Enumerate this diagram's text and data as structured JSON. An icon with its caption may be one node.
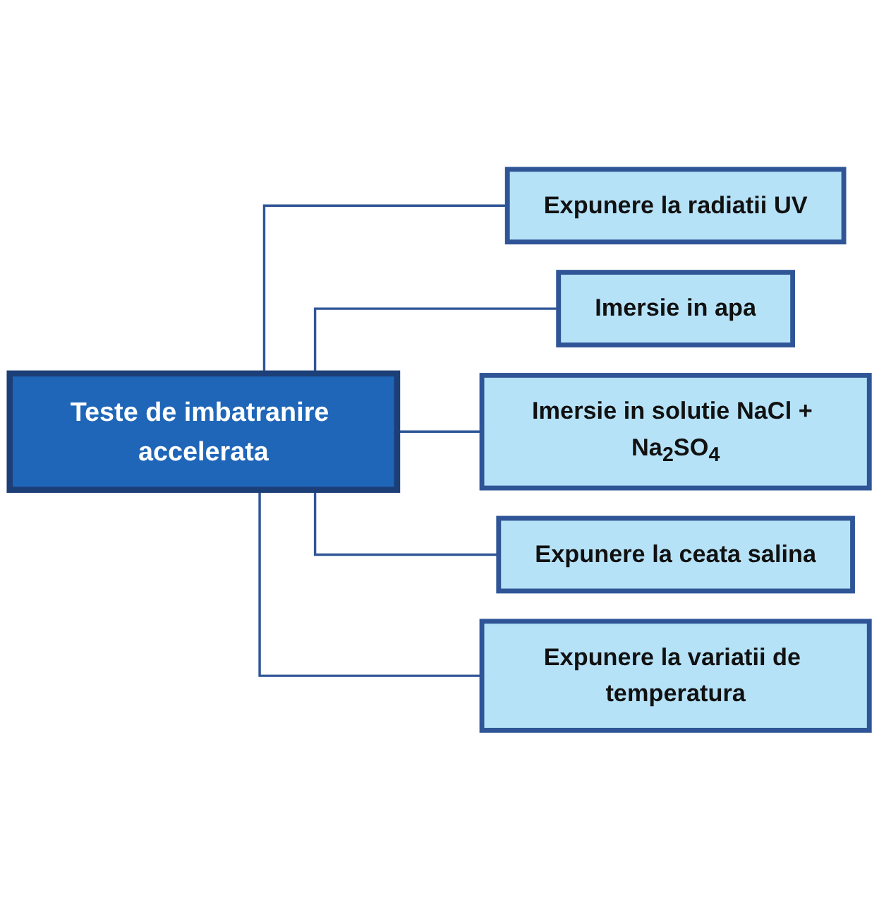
{
  "diagram": {
    "nodes": [
      {
        "text": [
          "Teste de imbatranire accelerata"
        ]
      },
      {
        "text": [
          "Expunere la radiatii UV"
        ]
      },
      {
        "text": [
          "Imersie in apa"
        ]
      },
      {
        "text": [
          "Imersie in solutie NaCl + Na$_{2}$SO$_{4}$"
        ]
      },
      {
        "text": [
          "Expunere la ceata salina"
        ]
      },
      {
        "text": [
          "Expunere la variatii de temperatura"
        ]
      }
    ],
    "edges": [
      {
        "from": 0,
        "to": 1,
        "arrow": "none"
      },
      {
        "from": 0,
        "to": 2,
        "arrow": "none"
      },
      {
        "from": 0,
        "to": 3,
        "arrow": "none"
      },
      {
        "from": 0,
        "to": 4,
        "arrow": "none"
      },
      {
        "from": 0,
        "to": 5,
        "arrow": "none"
      }
    ]
  }
}
